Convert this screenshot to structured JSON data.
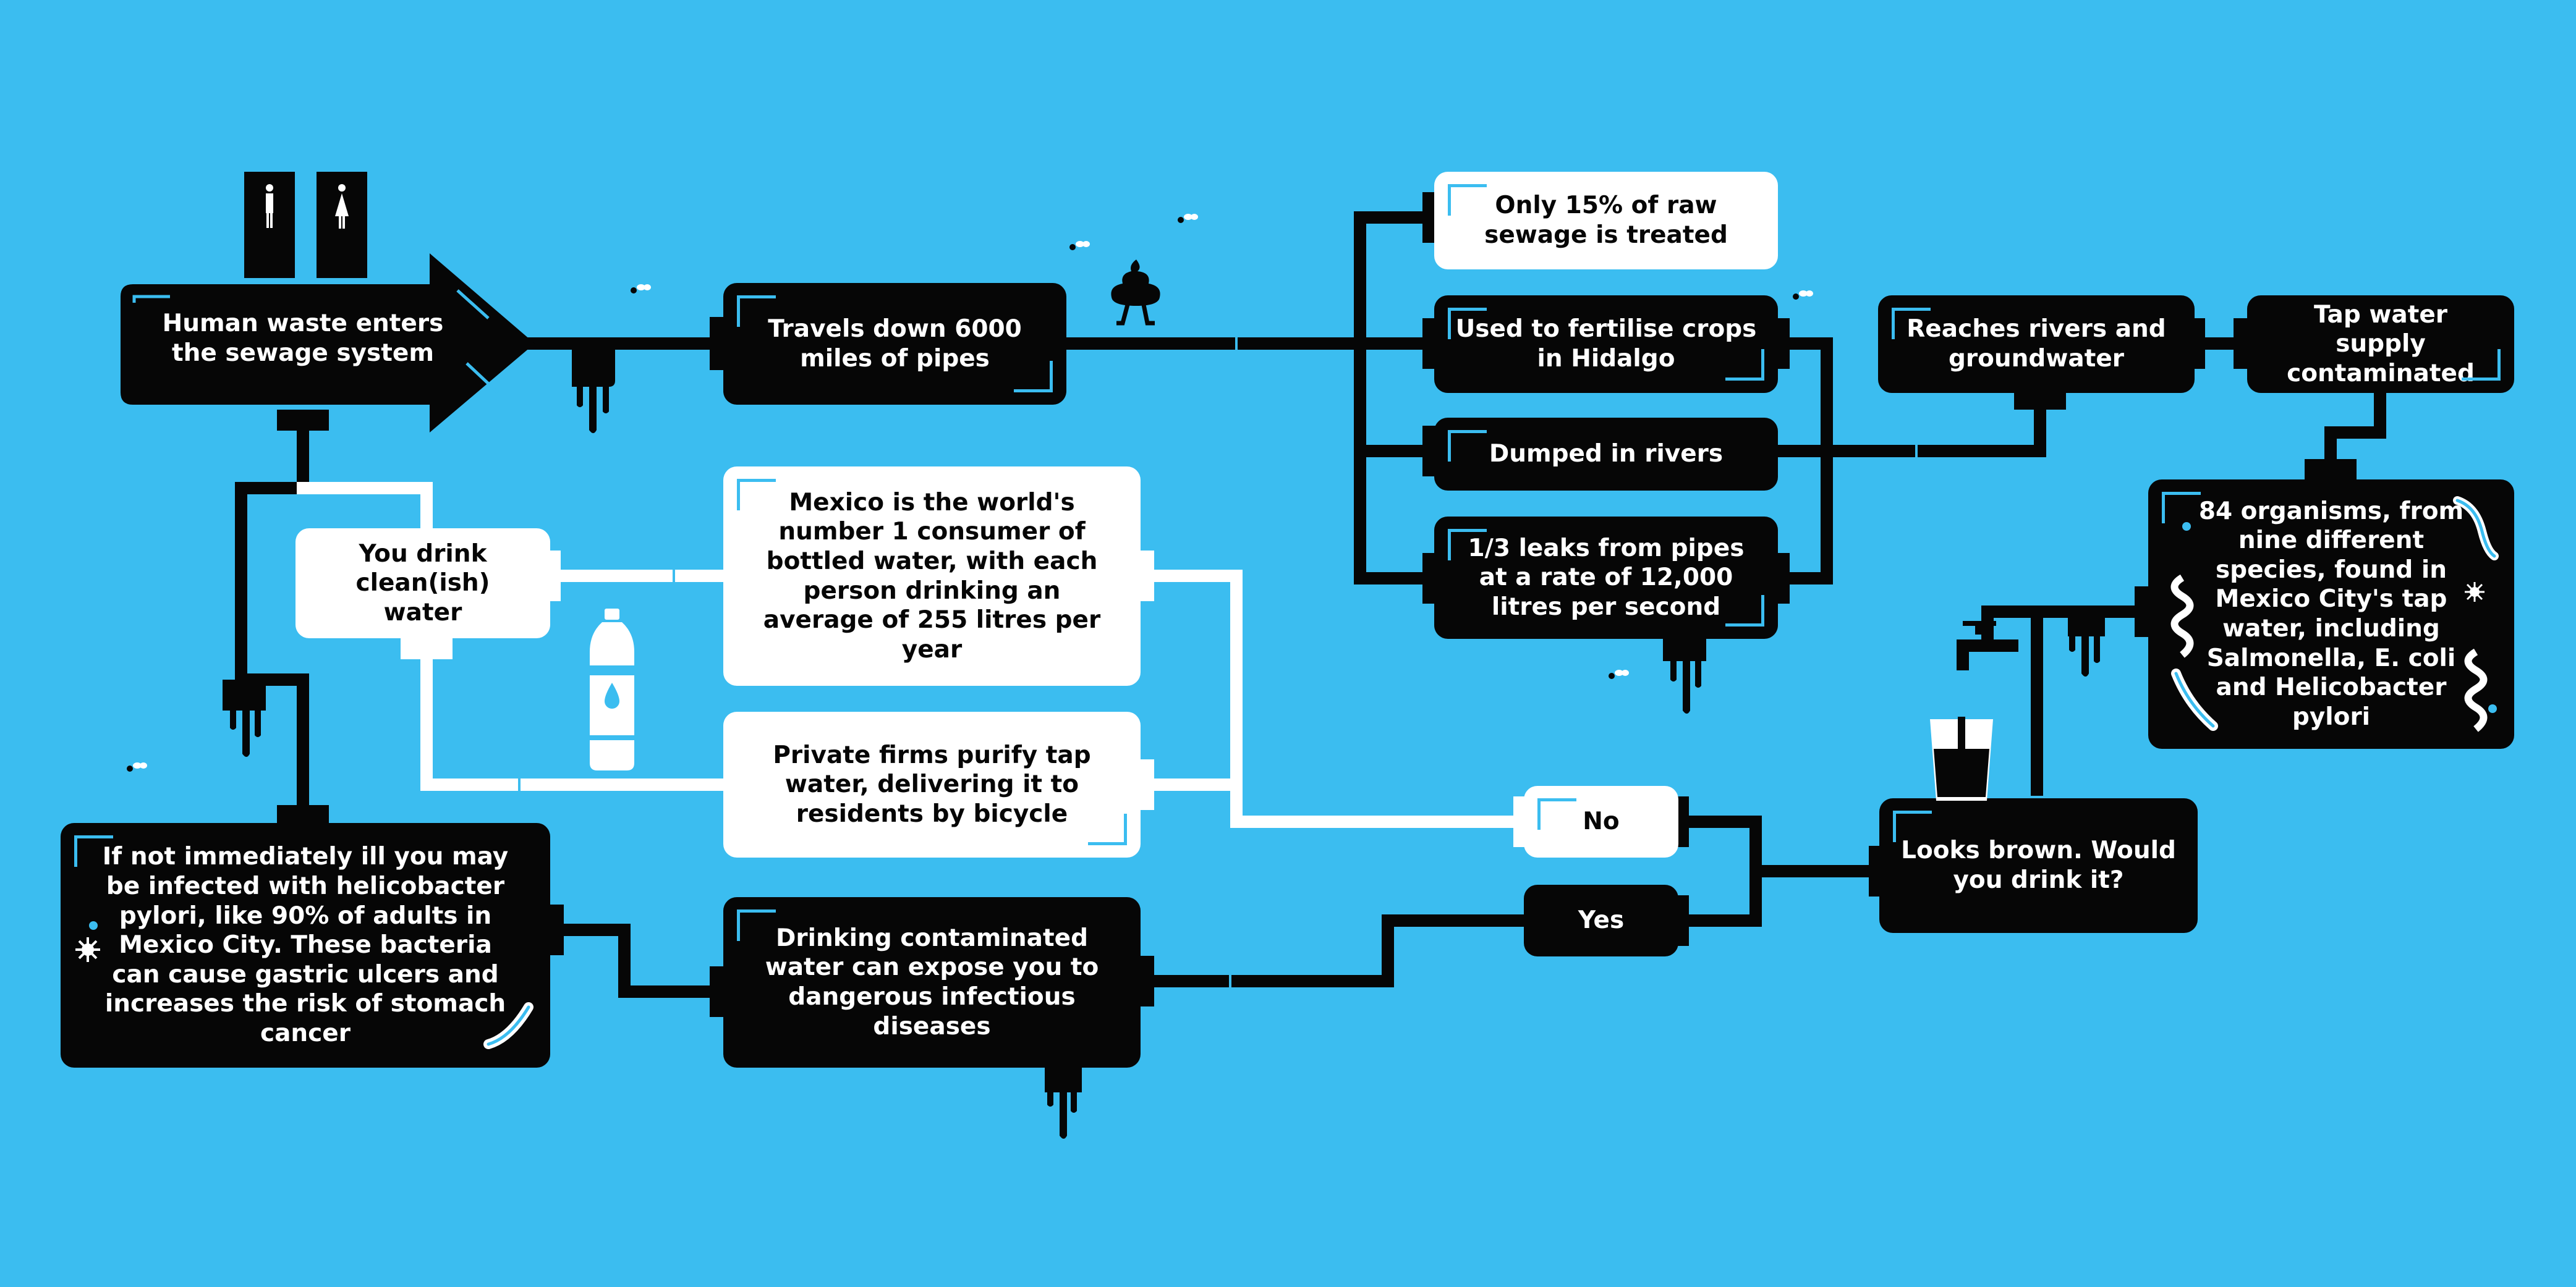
{
  "colors": {
    "background": "#3bbdf0",
    "dark": "#060606",
    "light": "#ffffff"
  },
  "nodes": {
    "human_waste": "Human waste enters the sewage system",
    "travels": "Travels down 6000 miles of pipes",
    "treated": "Only 15% of raw sewage is treated",
    "fertilise": "Used to fertilise crops in Hidalgo",
    "dumped": "Dumped in rivers",
    "leaks": "1/3 leaks from pipes at a rate of 12,000 litres per second",
    "rivers": "Reaches rivers and groundwater",
    "tap_contaminated": "Tap water supply contaminated",
    "organisms": "84 organisms, from nine different species, found in Mexico City's tap water, including Salmonella, E. coli and Helicobacter pylori",
    "looks_brown": "Looks brown. Would you drink it?",
    "no": "No",
    "yes": "Yes",
    "bottled": "Mexico is the world's number 1 consumer of bottled water, with each person drinking an average of 255 litres per year",
    "private_firms": "Private firms purify tap water, delivering it to residents by bicycle",
    "drink_clean": "You drink clean(ish) water",
    "drinking_contaminated": "Drinking contaminated water can expose you to dangerous infectious diseases",
    "infected": "If not immediately ill you may be infected with helicobacter pylori, like 90% of adults in Mexico City. These bacteria can cause gastric ulcers and increases the risk of stomach cancer"
  },
  "icons": [
    "toilet-door-male-icon",
    "toilet-door-female-icon",
    "poop-icon",
    "fly-icon",
    "water-bottle-icon",
    "tap-icon",
    "glass-of-brown-water-icon",
    "bacteria-icon",
    "drip-icon"
  ]
}
